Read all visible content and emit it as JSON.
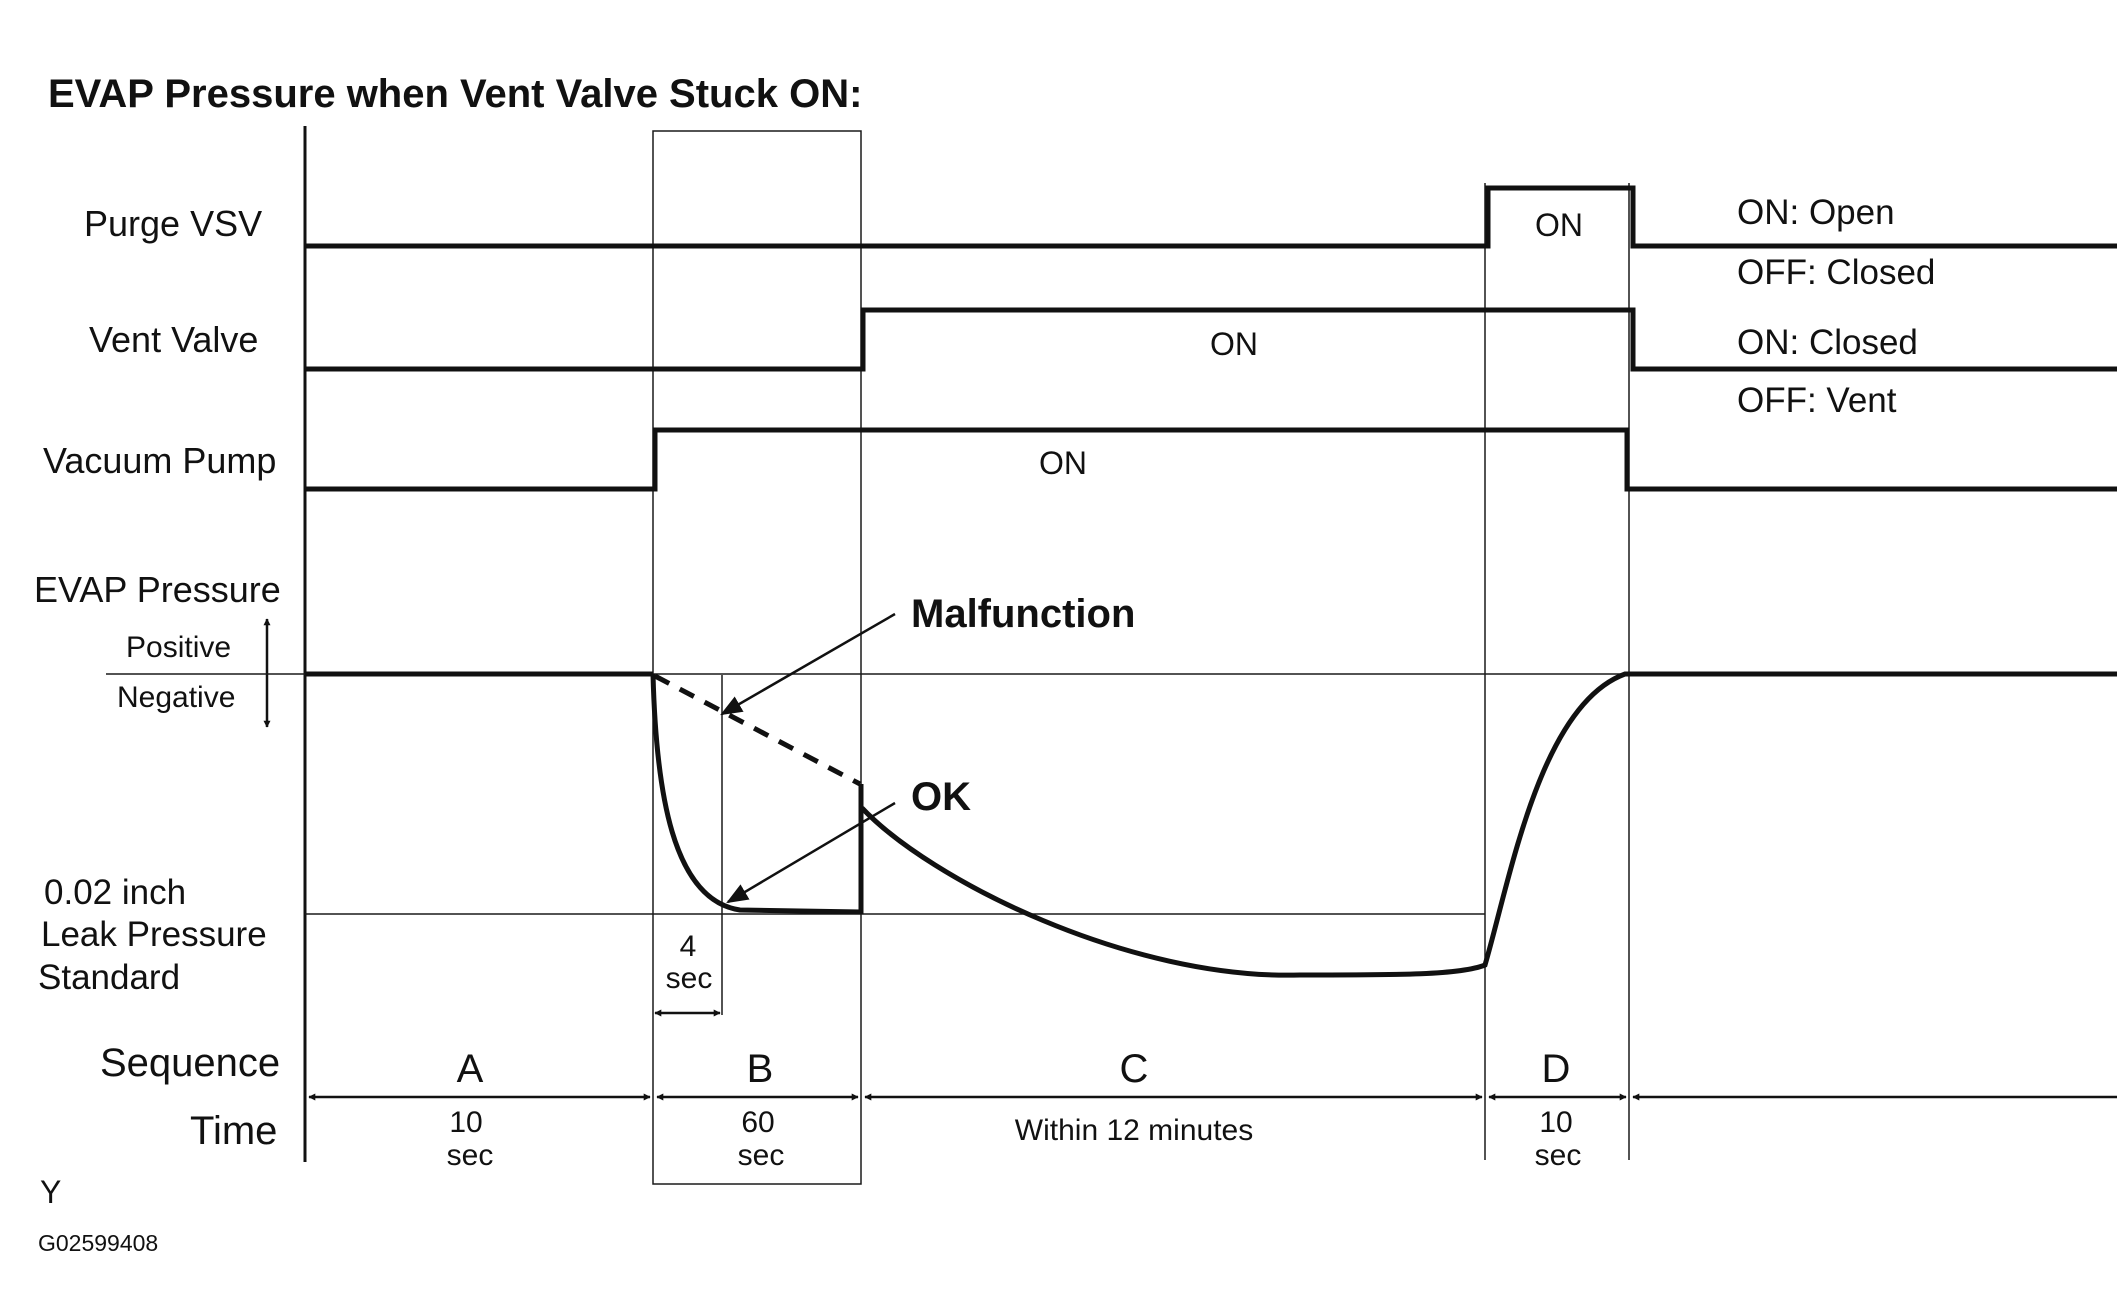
{
  "title": "EVAP Pressure when Vent Valve Stuck ON:",
  "signals": {
    "purge_vsv": {
      "label": "Purge VSV",
      "on_text": "ON",
      "legend_on": "ON: Open",
      "legend_off": "OFF: Closed"
    },
    "vent_valve": {
      "label": "Vent Valve",
      "on_text": "ON",
      "legend_on": "ON: Closed",
      "legend_off": "OFF: Vent"
    },
    "vacuum_pump": {
      "label": "Vacuum Pump",
      "on_text": "ON"
    }
  },
  "evap": {
    "label": "EVAP Pressure",
    "positive": "Positive",
    "negative": "Negative",
    "malfunction": "Malfunction",
    "ok": "OK",
    "leak_line1": "0.02 inch",
    "leak_line2": "Leak Pressure",
    "leak_line3": "Standard",
    "interval_value": "4",
    "interval_unit": "sec"
  },
  "sequence": {
    "label": "Sequence",
    "time_label": "Time",
    "phases": [
      {
        "name": "A",
        "time_line1": "10",
        "time_line2": "sec"
      },
      {
        "name": "B",
        "time_line1": "60",
        "time_line2": "sec"
      },
      {
        "name": "C",
        "time_line1": "Within 12 minutes",
        "time_line2": ""
      },
      {
        "name": "D",
        "time_line1": "10",
        "time_line2": "sec"
      }
    ]
  },
  "footer": {
    "code_y": "Y",
    "figure_id": "G02599408"
  }
}
